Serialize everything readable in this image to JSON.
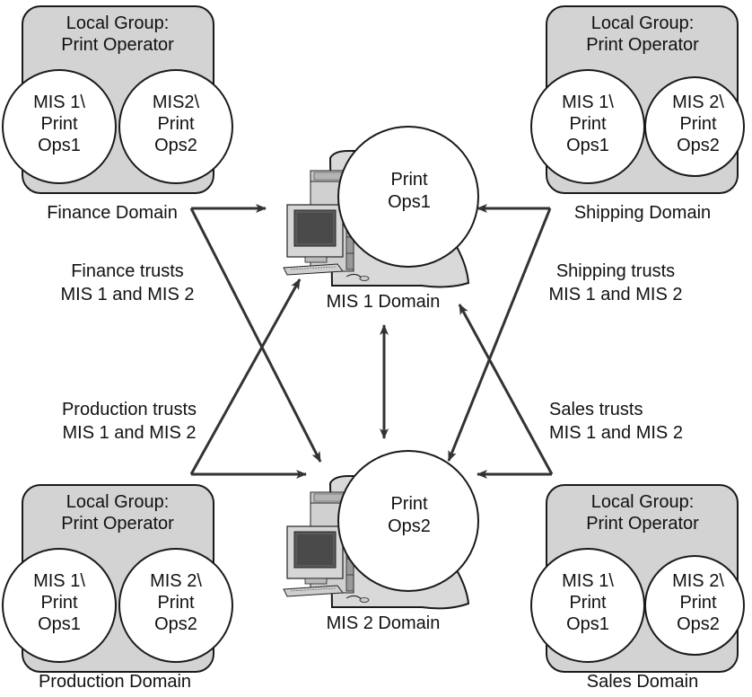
{
  "groups": {
    "finance": {
      "group_title_1": "Local Group:",
      "group_title_2": "Print Operator",
      "left_circle": [
        "MIS 1\\",
        "Print",
        "Ops1"
      ],
      "right_circle": [
        "MIS2\\",
        "Print",
        "Ops2"
      ],
      "domain_label": "Finance Domain"
    },
    "shipping": {
      "group_title_1": "Local Group:",
      "group_title_2": "Print Operator",
      "left_circle": [
        "MIS 1\\",
        "Print",
        "Ops1"
      ],
      "right_circle": [
        "MIS 2\\",
        "Print",
        "Ops2"
      ],
      "domain_label": "Shipping Domain"
    },
    "production": {
      "group_title_1": "Local Group:",
      "group_title_2": "Print Operator",
      "left_circle": [
        "MIS 1\\",
        "Print",
        "Ops1"
      ],
      "right_circle": [
        "MIS 2\\",
        "Print",
        "Ops2"
      ],
      "domain_label": "Production Domain"
    },
    "sales": {
      "group_title_1": "Local Group:",
      "group_title_2": "Print Operator",
      "left_circle": [
        "MIS 1\\",
        "Print",
        "Ops1"
      ],
      "right_circle": [
        "MIS 2\\",
        "Print",
        "Ops2"
      ],
      "domain_label": "Sales Domain"
    }
  },
  "servers": {
    "mis1": {
      "circle": [
        "Print",
        "Ops1"
      ],
      "domain_label": "MIS 1 Domain"
    },
    "mis2": {
      "circle": [
        "Print",
        "Ops2"
      ],
      "domain_label": "MIS 2 Domain"
    }
  },
  "trusts": {
    "finance": [
      "Finance trusts",
      "MIS 1 and MIS 2"
    ],
    "shipping": [
      "Shipping trusts",
      "MIS 1 and MIS 2"
    ],
    "production": [
      "Production trusts",
      "MIS 1 and MIS 2"
    ],
    "sales": [
      "Sales trusts",
      "MIS 1 and MIS 2"
    ]
  },
  "colors": {
    "group_fill": "#d3d3d3",
    "server_fill": "#d9d9d9",
    "stroke": "#1a1a1a",
    "arrow": "#333333",
    "screen": "#5a5a5a"
  },
  "icons": {
    "server": "computer-workstation-icon"
  }
}
